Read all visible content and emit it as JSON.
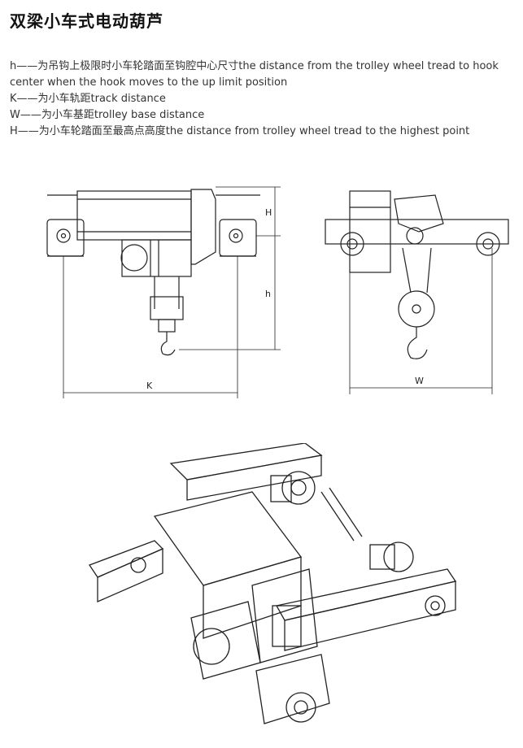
{
  "title": "双梁小车式电动葫芦",
  "legend": {
    "h_line1": "h——为吊钩上极限时小车轮踏面至钩腔中心尺寸the distance from the trolley wheel tread to hook",
    "h_line2": "center  when the hook moves to the up limit position",
    "k": "K——为小车轨距track distance",
    "w": "W——为小车基距trolley base distance",
    "H": "H——为小车轮踏面至最高点高度the distance from trolley wheel tread to the highest point"
  },
  "drawings": {
    "front_view": {
      "label_K": "K",
      "label_H": "H",
      "label_h": "h"
    },
    "side_view": {
      "label_W": "W"
    }
  }
}
